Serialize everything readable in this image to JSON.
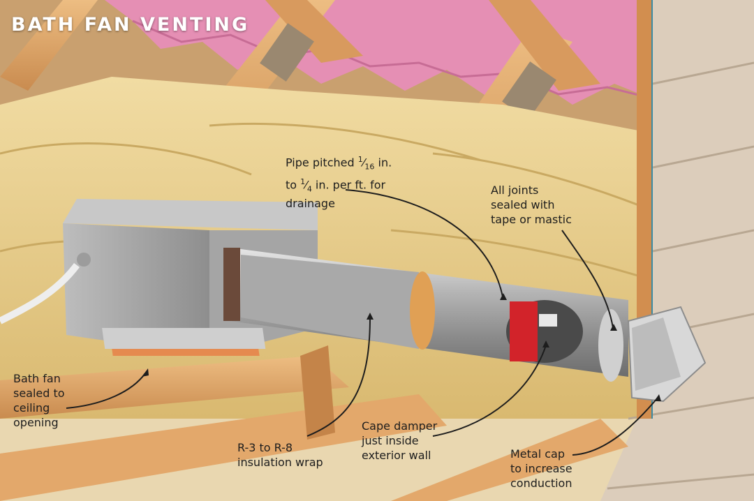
{
  "title": "BATH FAN VENTING",
  "callouts": {
    "pitch_line1_a": "Pipe pitched ",
    "pitch_line1_num": "1",
    "pitch_line1_den": "16",
    "pitch_line1_b": " in.",
    "pitch_line2_a": "to ",
    "pitch_line2_num": "1",
    "pitch_line2_den": "4",
    "pitch_line2_b": " in. per ft. for",
    "pitch_line3": "drainage",
    "joints": "All joints\nsealed with\ntape or mastic",
    "fan": "Bath fan\nsealed to\nceiling\nopening",
    "insulation": "R-3 to R-8\ninsulation wrap",
    "damper": "Cape damper\njust inside\nexterior wall",
    "cap": "Metal cap\nto increase\nconduction"
  },
  "colors": {
    "callout_text": "#1d1d1d",
    "title_text": "#ffffff",
    "damper_band": "#d2232a",
    "roof_insulation": "#e58fb4",
    "batt_insulation": "#e8cf8e",
    "lumber": "#e0a66a",
    "siding": "#dccdbb"
  }
}
